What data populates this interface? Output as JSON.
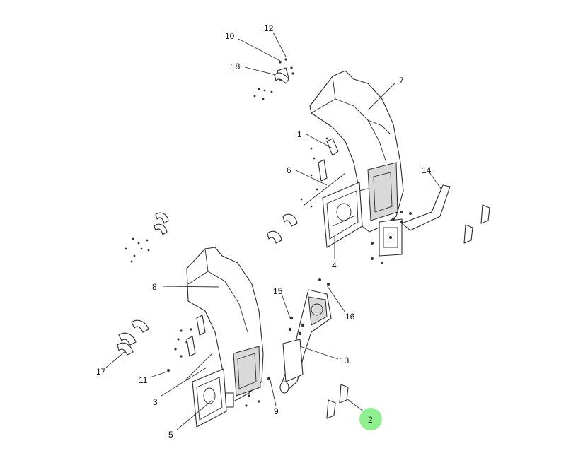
{
  "diagram": {
    "callouts": [
      {
        "id": "c1",
        "label": "1"
      },
      {
        "id": "c2",
        "label": "2"
      },
      {
        "id": "c3",
        "label": "3"
      },
      {
        "id": "c4",
        "label": "4"
      },
      {
        "id": "c5",
        "label": "5"
      },
      {
        "id": "c6",
        "label": "6"
      },
      {
        "id": "c7",
        "label": "7"
      },
      {
        "id": "c8",
        "label": "8"
      },
      {
        "id": "c9",
        "label": "9"
      },
      {
        "id": "c10",
        "label": "10"
      },
      {
        "id": "c11",
        "label": "11"
      },
      {
        "id": "c12",
        "label": "12"
      },
      {
        "id": "c13",
        "label": "13"
      },
      {
        "id": "c14",
        "label": "14"
      },
      {
        "id": "c15",
        "label": "15"
      },
      {
        "id": "c16",
        "label": "16"
      },
      {
        "id": "c17",
        "label": "17"
      },
      {
        "id": "c18",
        "label": "18"
      }
    ],
    "highlight_color": "#8ef08e"
  }
}
